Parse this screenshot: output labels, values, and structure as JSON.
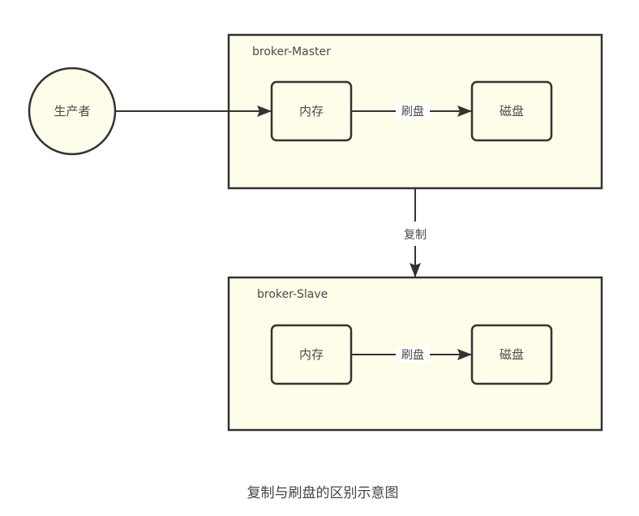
{
  "diagram": {
    "producer": {
      "label": "生产者"
    },
    "groups": [
      {
        "id": "master",
        "title": "broker-Master",
        "memory_label": "内存",
        "disk_label": "磁盘",
        "flush_label": "刷盘"
      },
      {
        "id": "slave",
        "title": "broker-Slave",
        "memory_label": "内存",
        "disk_label": "磁盘",
        "flush_label": "刷盘"
      }
    ],
    "replication_label": "复制",
    "caption": "复制与刷盘的区别示意图",
    "edges": [
      {
        "from": "生产者",
        "to": "master.内存",
        "label": ""
      },
      {
        "from": "master.内存",
        "to": "master.磁盘",
        "label": "刷盘"
      },
      {
        "from": "broker-Master",
        "to": "broker-Slave",
        "label": "复制"
      },
      {
        "from": "slave.内存",
        "to": "slave.磁盘",
        "label": "刷盘"
      }
    ],
    "colors": {
      "node_fill": "#fdfdea",
      "stroke": "#333333",
      "text": "#4a4a4a",
      "background": "#ffffff"
    }
  }
}
